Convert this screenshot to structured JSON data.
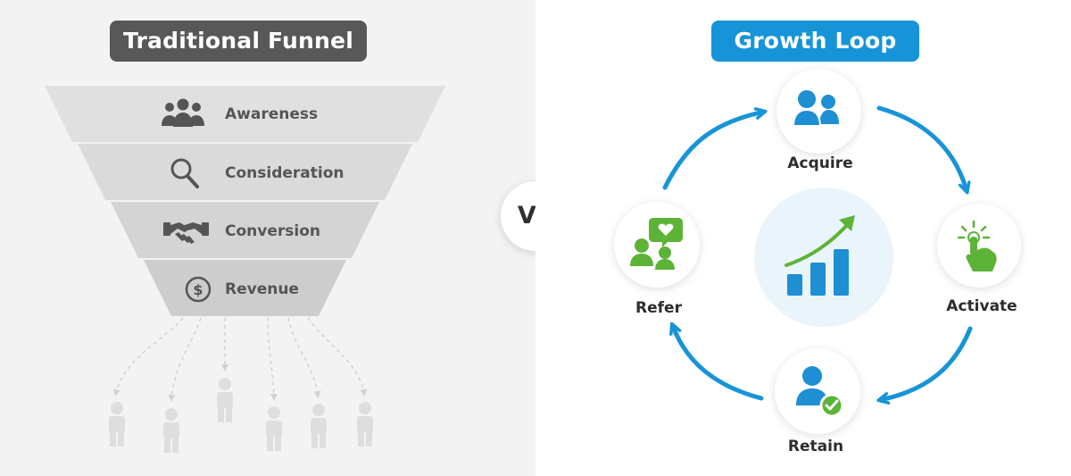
{
  "traditional_funnel": {
    "title": "Traditional Funnel",
    "stages": [
      {
        "label": "Awareness",
        "icon": "people-group-icon"
      },
      {
        "label": "Consideration",
        "icon": "magnifier-icon"
      },
      {
        "label": "Conversion",
        "icon": "handshake-icon"
      },
      {
        "label": "Revenue",
        "icon": "dollar-coin-icon"
      }
    ],
    "colors": {
      "title_bg": "#585858",
      "stage": "#dcdcdc",
      "icon": "#555555",
      "faded_person": "#dedede"
    }
  },
  "vs_label": "VS",
  "growth_loop": {
    "title": "Growth Loop",
    "steps": [
      {
        "label": "Acquire",
        "icon": "users-icon"
      },
      {
        "label": "Activate",
        "icon": "tap-hand-icon"
      },
      {
        "label": "Retain",
        "icon": "user-check-icon"
      },
      {
        "label": "Refer",
        "icon": "referral-heart-icon"
      }
    ],
    "center_icon": "growth-chart-icon",
    "colors": {
      "title_bg": "#1794d8",
      "arrow": "#1794d8",
      "accent_green": "#5db337",
      "icon_blue": "#1e8fd2"
    }
  }
}
